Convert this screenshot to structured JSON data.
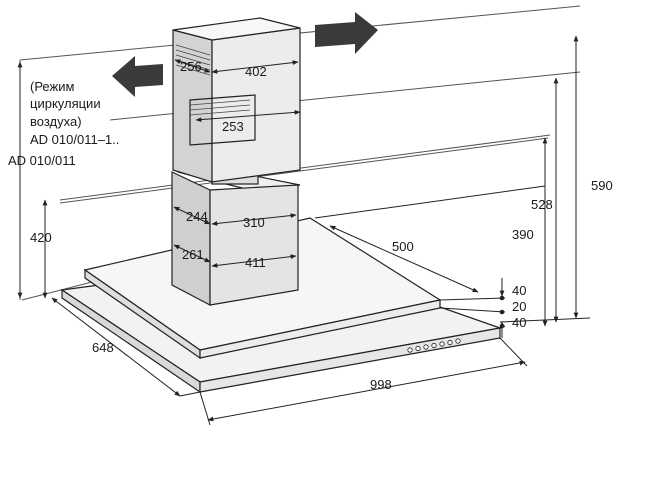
{
  "notes": {
    "recirc_line1": "(Режим",
    "recirc_line2": "циркуляции",
    "recirc_line3": "воздуха)",
    "recirc_model": "AD 010/011–1..",
    "model": "AD 010/011"
  },
  "dimensions": {
    "chimney_depth_top": "256",
    "chimney_width_top": "402",
    "chimney_depth_mid": "253",
    "lower_depth": "244",
    "lower_width_top": "310",
    "lower_depth_bottom": "261",
    "lower_width_bottom": "411",
    "hood_depth_to_back": "500",
    "height_420": "420",
    "height_390": "390",
    "height_528": "528",
    "height_590": "590",
    "panel_40_top": "40",
    "panel_20": "20",
    "panel_40_bottom": "40",
    "hood_depth": "648",
    "hood_width": "998"
  },
  "colors": {
    "line": "#222222",
    "arrow": "#3a3a3a",
    "chimney_fill": "#e9e9e9",
    "panel_fill": "#f4f4f4"
  }
}
